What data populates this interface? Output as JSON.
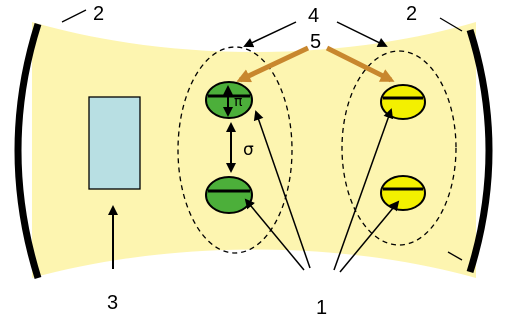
{
  "colors": {
    "cavity_fill": "#fdf5b0",
    "mirror": "#000000",
    "crystal_fill": "#b8dfe3",
    "green_atom": "#4caf3a",
    "yellow_atom": "#f3f000",
    "orange_arrow": "#c8872e"
  },
  "labels": {
    "mirror_left": "2",
    "mirror_right": "2",
    "crystal": "3",
    "atom_pairs": "4",
    "beams": "5",
    "atoms": "1"
  },
  "symbols": {
    "sigma": "σ",
    "pi": "π"
  }
}
